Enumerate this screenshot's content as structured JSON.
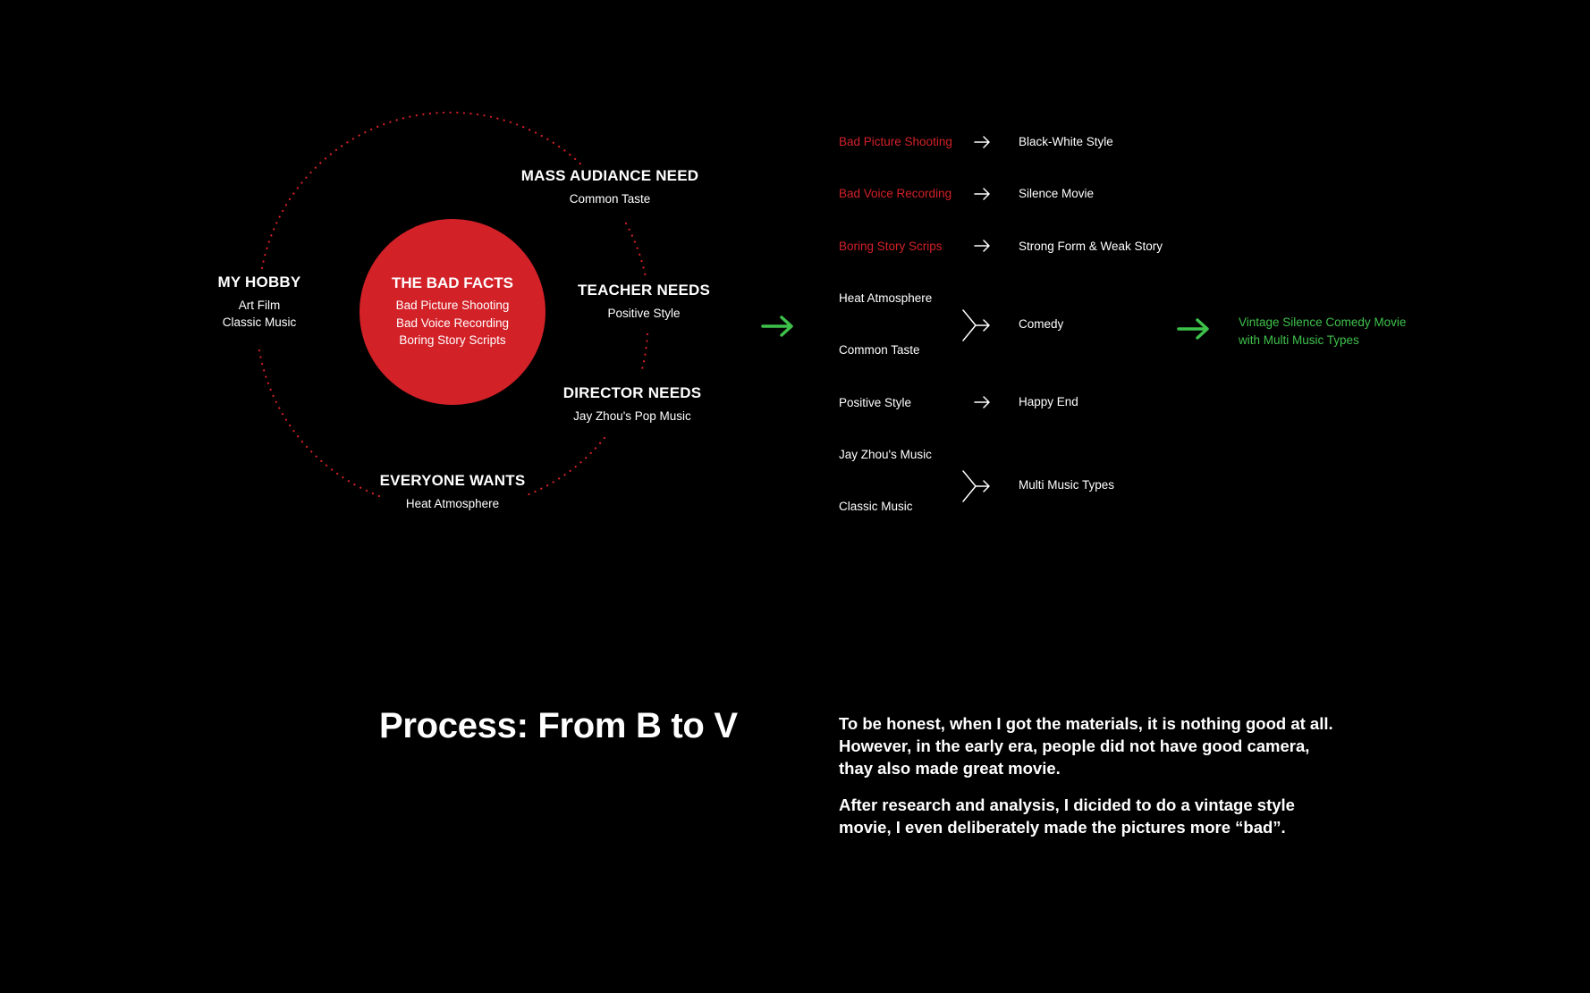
{
  "colors": {
    "accent_red": "#d32128",
    "accent_green": "#3ec14b",
    "text": "#ffffff",
    "background": "#000000"
  },
  "center": {
    "title": "THE BAD FACTS",
    "items": [
      "Bad Picture Shooting",
      "Bad Voice Recording",
      "Boring Story Scripts"
    ]
  },
  "nodes": {
    "hobby": {
      "title": "MY HOBBY",
      "line1": "Art Film",
      "line2": "Classic Music"
    },
    "mass": {
      "title": "MASS AUDIANCE NEED",
      "line1": "Common Taste"
    },
    "teacher": {
      "title": "TEACHER NEEDS",
      "line1": "Positive Style"
    },
    "director": {
      "title": "DIRECTOR NEEDS",
      "line1": "Jay Zhou's Pop Music"
    },
    "everyone": {
      "title": "EVERYONE WANTS",
      "line1": "Heat Atmosphere"
    }
  },
  "flow": {
    "inputs": [
      {
        "text": "Bad Picture Shooting",
        "highlight": true
      },
      {
        "text": "Bad Voice Recording",
        "highlight": true
      },
      {
        "text": "Boring Story Scrips",
        "highlight": true
      },
      {
        "text": "Heat Atmosphere",
        "highlight": false
      },
      {
        "text": "Common Taste",
        "highlight": false
      },
      {
        "text": "Positive Style",
        "highlight": false
      },
      {
        "text": "Jay Zhou's Music",
        "highlight": false
      },
      {
        "text": "Classic Music",
        "highlight": false
      }
    ],
    "outputs": [
      "Black-White Style",
      "Silence Movie",
      "Strong Form & Weak Story",
      "Comedy",
      "Happy End",
      "Multi Music Types"
    ],
    "result": {
      "line1": "Vintage Silence Comedy Movie",
      "line2": "with Multi Music Types"
    }
  },
  "heading": "Process: From B to V",
  "paragraphs": [
    "To be honest, when I got the materials, it is nothing good at all. However, in the early era, people did not have good camera, thay also made great movie.",
    "After research and analysis, I dicided to do a vintage style movie, I even deliberately made the pictures more “bad”."
  ]
}
